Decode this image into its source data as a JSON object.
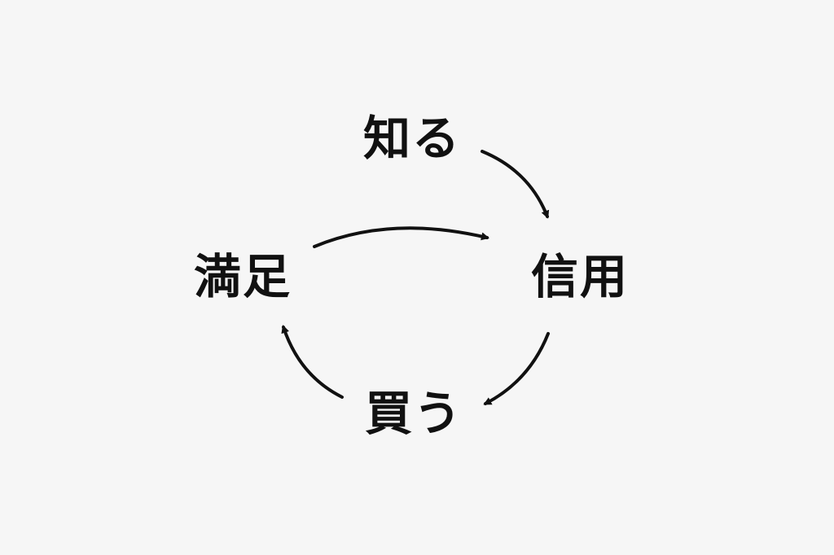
{
  "diagram": {
    "nodes": {
      "know": "知る",
      "trust": "信用",
      "buy": "買う",
      "satisfy": "満足"
    },
    "edges": [
      {
        "from": "知る",
        "to": "信用"
      },
      {
        "from": "信用",
        "to": "買う"
      },
      {
        "from": "買う",
        "to": "満足"
      },
      {
        "from": "満足",
        "to": "信用"
      }
    ],
    "colors": {
      "background": "#f6f6f6",
      "ink": "#111111"
    }
  }
}
